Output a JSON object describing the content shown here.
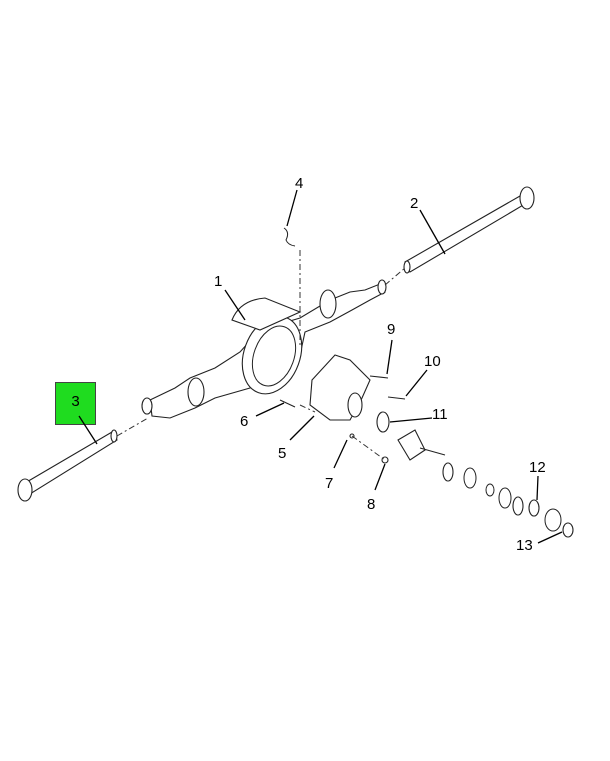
{
  "diagram": {
    "callouts": [
      "1",
      "2",
      "3",
      "4",
      "5",
      "6",
      "7",
      "8",
      "9",
      "10",
      "11",
      "12",
      "13"
    ],
    "highlighted": "3",
    "highlight_color": "#1fdc1f"
  }
}
